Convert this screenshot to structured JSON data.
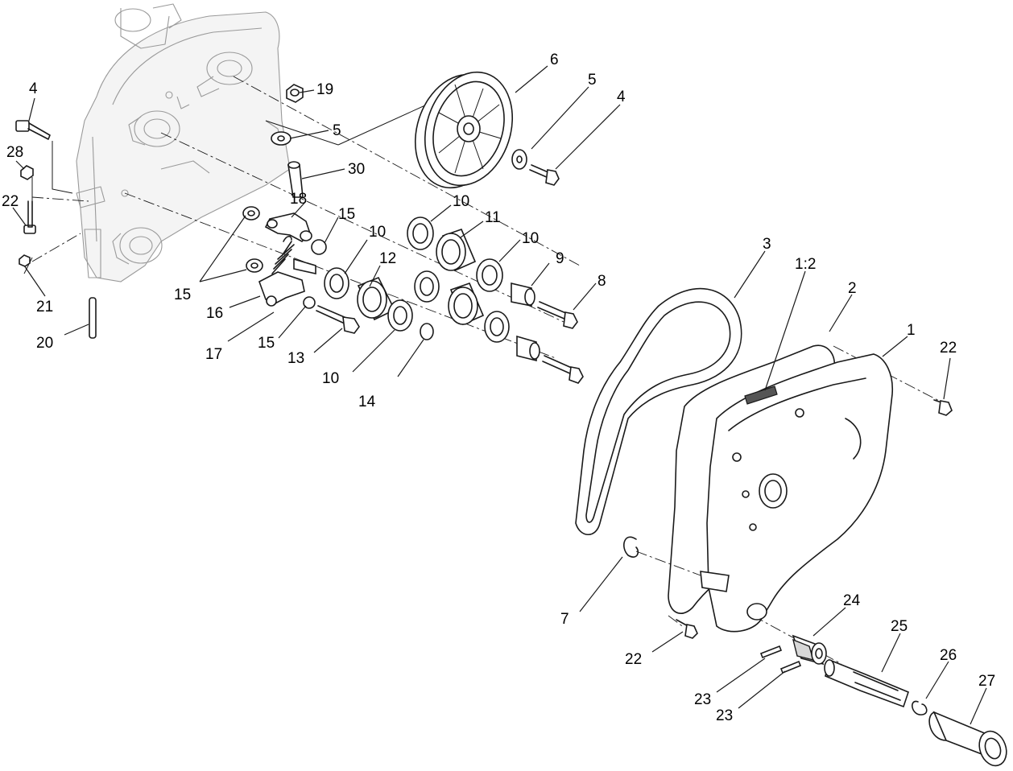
{
  "callouts": [
    {
      "id": "c-4a",
      "text": "4"
    },
    {
      "id": "c-28",
      "text": "28"
    },
    {
      "id": "c-22a",
      "text": "22"
    },
    {
      "id": "c-21",
      "text": "21"
    },
    {
      "id": "c-20",
      "text": "20"
    },
    {
      "id": "c-19",
      "text": "19"
    },
    {
      "id": "c-5a",
      "text": "5"
    },
    {
      "id": "c-30",
      "text": "30"
    },
    {
      "id": "c-18",
      "text": "18"
    },
    {
      "id": "c-15a",
      "text": "15"
    },
    {
      "id": "c-15b",
      "text": "15"
    },
    {
      "id": "c-16",
      "text": "16"
    },
    {
      "id": "c-17",
      "text": "17"
    },
    {
      "id": "c-15c",
      "text": "15"
    },
    {
      "id": "c-13",
      "text": "13"
    },
    {
      "id": "c-10a",
      "text": "10"
    },
    {
      "id": "c-10b",
      "text": "10"
    },
    {
      "id": "c-10c",
      "text": "10"
    },
    {
      "id": "c-10d",
      "text": "10"
    },
    {
      "id": "c-11",
      "text": "11"
    },
    {
      "id": "c-12",
      "text": "12"
    },
    {
      "id": "c-14",
      "text": "14"
    },
    {
      "id": "c-9",
      "text": "9"
    },
    {
      "id": "c-8",
      "text": "8"
    },
    {
      "id": "c-6",
      "text": "6"
    },
    {
      "id": "c-5b",
      "text": "5"
    },
    {
      "id": "c-4b",
      "text": "4"
    },
    {
      "id": "c-3",
      "text": "3"
    },
    {
      "id": "c-1-2",
      "text": "1:2"
    },
    {
      "id": "c-2",
      "text": "2"
    },
    {
      "id": "c-1",
      "text": "1"
    },
    {
      "id": "c-22b",
      "text": "22"
    },
    {
      "id": "c-7",
      "text": "7"
    },
    {
      "id": "c-22c",
      "text": "22"
    },
    {
      "id": "c-24",
      "text": "24"
    },
    {
      "id": "c-25",
      "text": "25"
    },
    {
      "id": "c-26",
      "text": "26"
    },
    {
      "id": "c-27",
      "text": "27"
    },
    {
      "id": "c-23a",
      "text": "23"
    },
    {
      "id": "c-23b",
      "text": "23"
    }
  ]
}
